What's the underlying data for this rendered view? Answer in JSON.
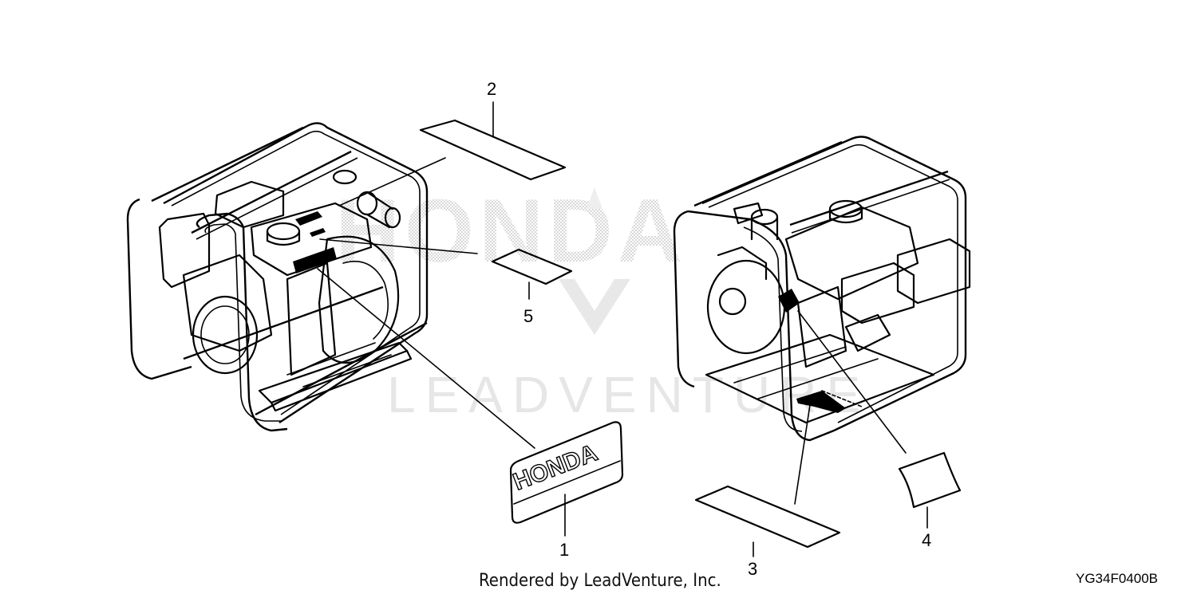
{
  "diagram": {
    "callouts": [
      {
        "id": "1",
        "label": "1"
      },
      {
        "id": "2",
        "label": "2"
      },
      {
        "id": "3",
        "label": "3"
      },
      {
        "id": "4",
        "label": "4"
      },
      {
        "id": "5",
        "label": "5"
      }
    ],
    "emblem_text": "HONDA",
    "credit": "Rendered by LeadVenture, Inc.",
    "drawing_code": "YG34F0400B"
  },
  "watermark": {
    "brand_text": "HONDA",
    "company_text": "LEADVENTURE"
  }
}
